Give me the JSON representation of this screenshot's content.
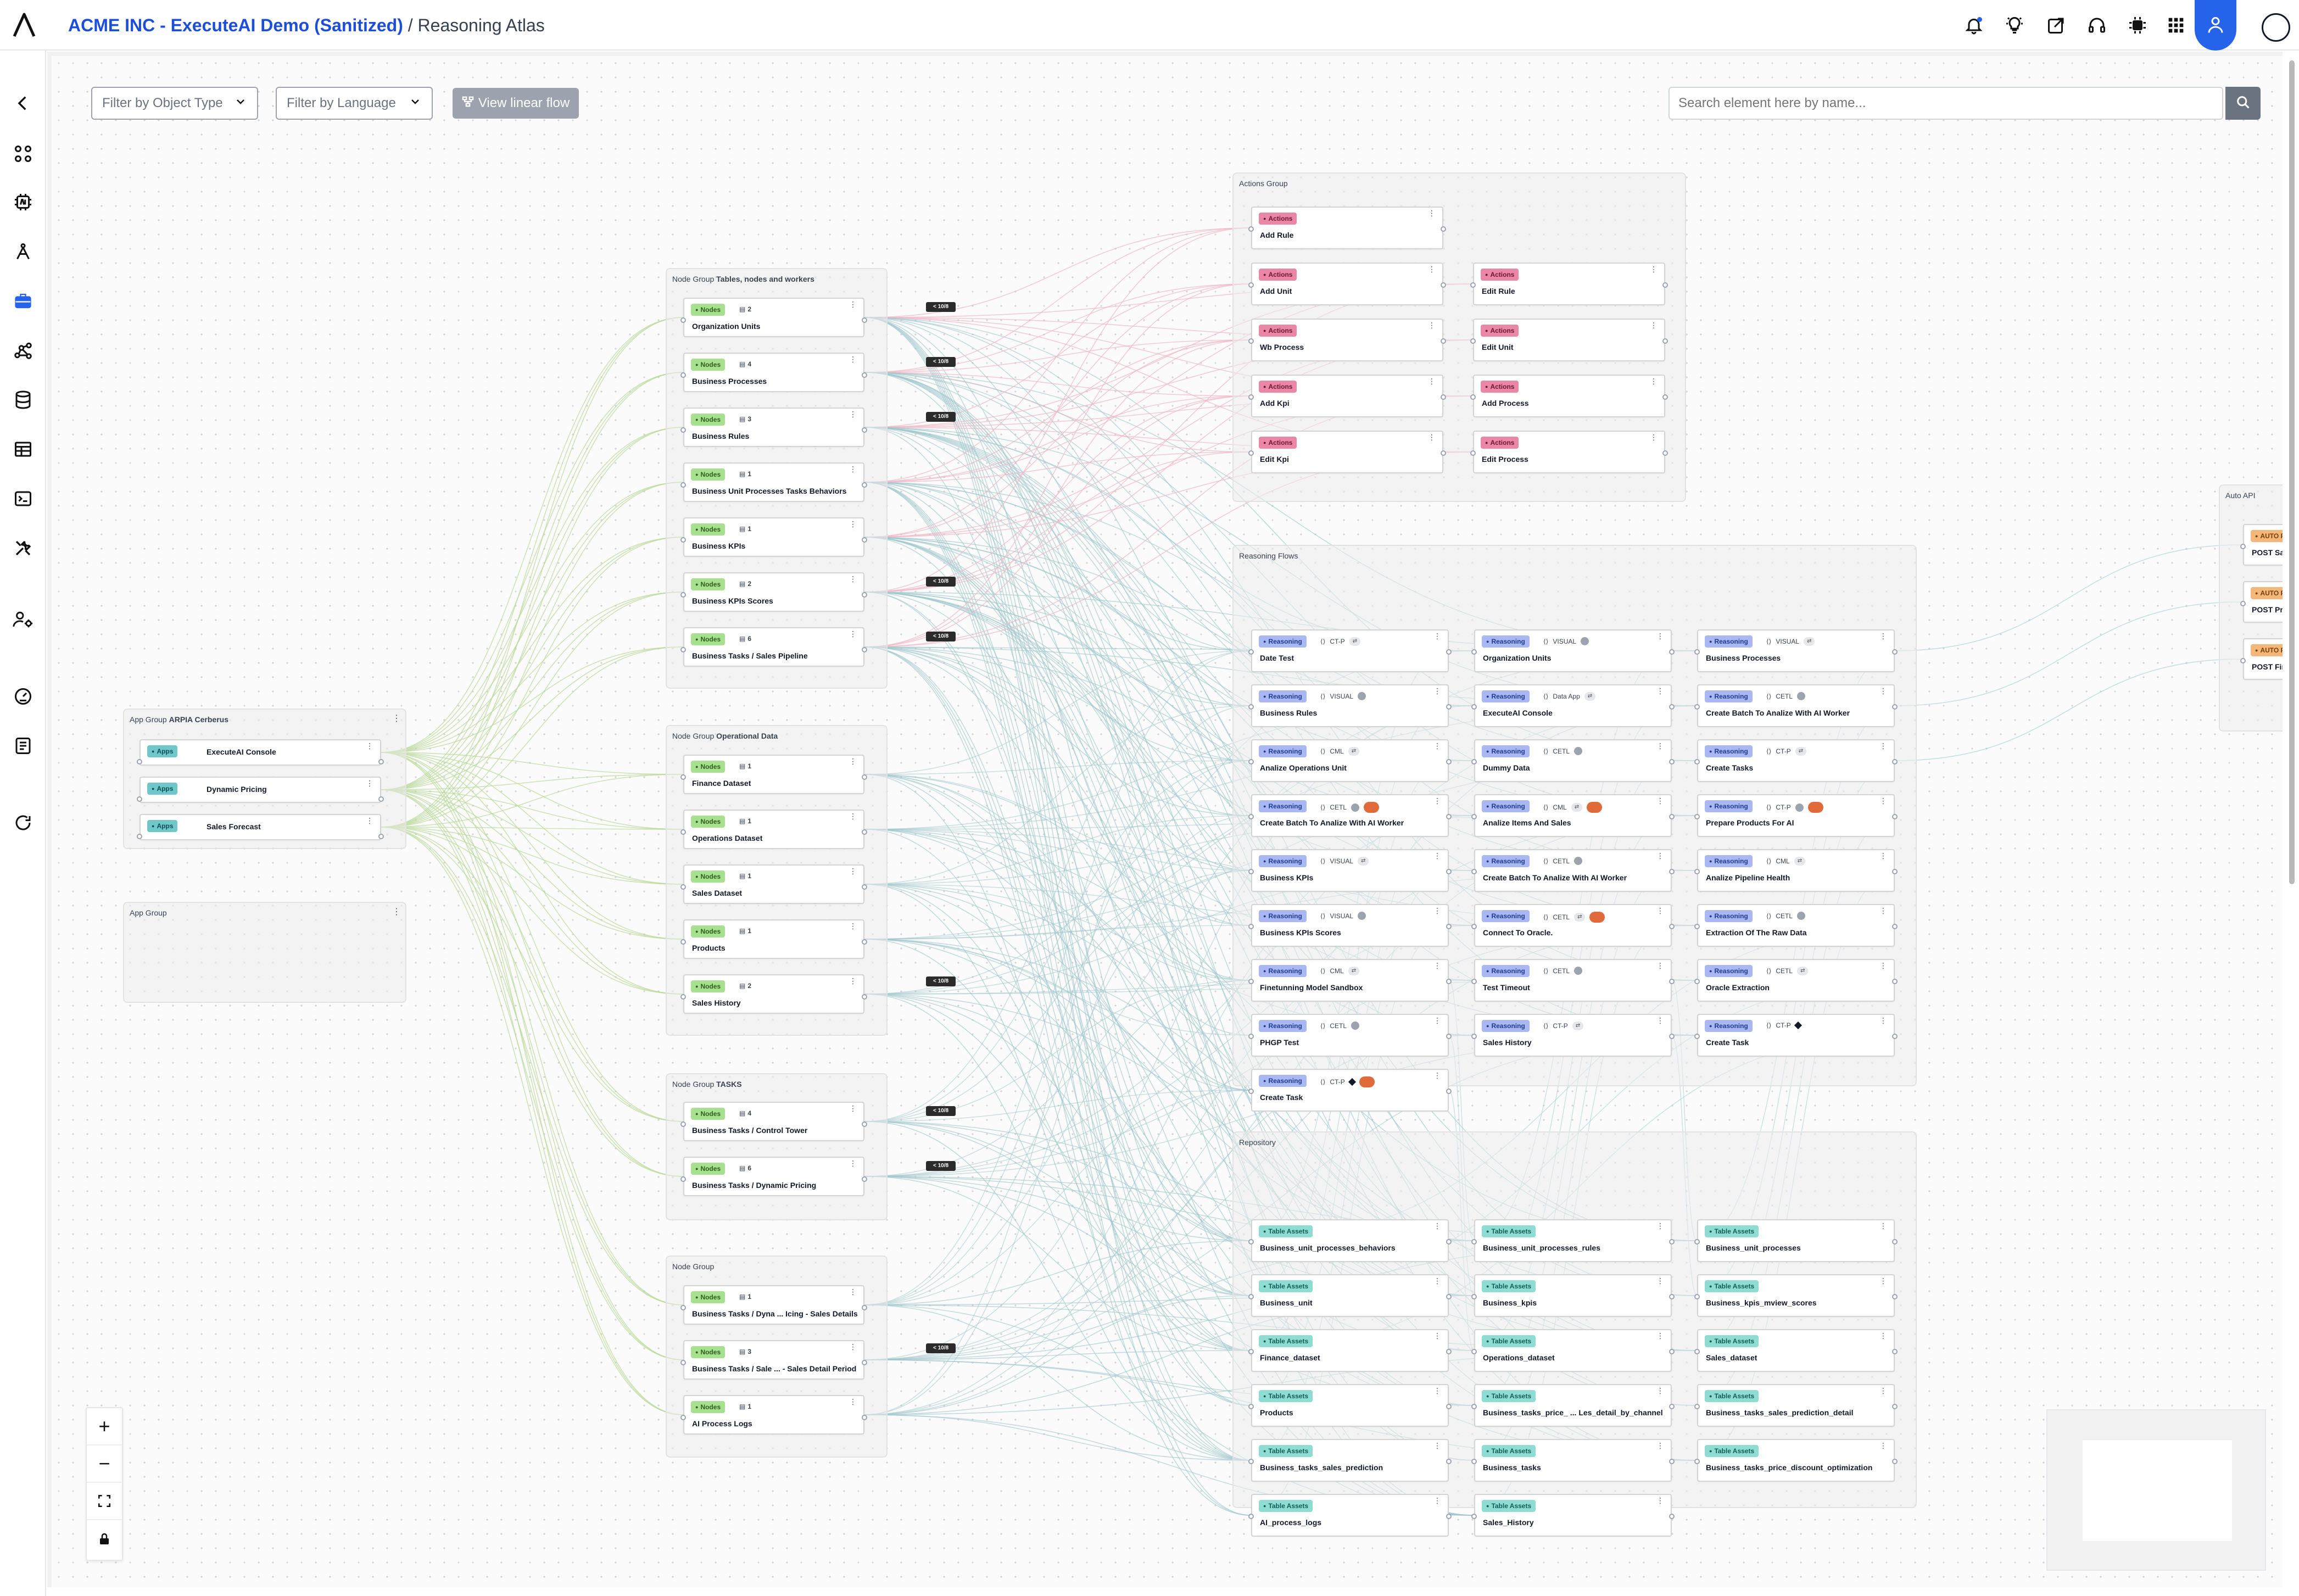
{
  "header": {
    "org": "ACME INC - ExecuteAI Demo (Sanitized)",
    "separator": "/",
    "page": "Reasoning Atlas"
  },
  "topbar_icons": [
    "bell-icon",
    "lightbulb-icon",
    "share-icon",
    "headset-icon",
    "chip-icon",
    "apps-grid-icon",
    "user-cog-icon"
  ],
  "sidebar_icons": [
    "back-icon",
    "dashboard-icon",
    "ai-chip-icon",
    "tools-icon",
    "briefcase-icon",
    "graph-icon",
    "database-icon",
    "table-icon",
    "terminal-icon",
    "wrench-icon",
    "user-settings-icon",
    "dial-icon",
    "document-icon",
    "refresh-icon"
  ],
  "toolbar": {
    "filter_type": "Filter by Object Type",
    "filter_language": "Filter by Language",
    "linear_flow": "View linear flow",
    "search_placeholder": "Search element here by name..."
  },
  "tags": {
    "nodes": "Nodes",
    "actions": "Actions",
    "reasoning": "Reasoning",
    "table": "Table Assets",
    "apps": "Apps",
    "auto": "AUTO R"
  },
  "groups": {
    "actions": "Actions Group",
    "reasoning": "Reasoning Flows",
    "repository": "Repository",
    "autoapi": "Auto API",
    "tables_prefix": "Node Group",
    "tables_name": "Tables, nodes and workers",
    "opdata_prefix": "Node Group",
    "opdata_name": "Operational Data",
    "tasks_prefix": "Node Group",
    "tasks_name": "TASKS",
    "nodegroup": "Node Group",
    "app_prefix": "App Group",
    "app_name": "ARPIA Cerberus",
    "app_empty": "App Group"
  },
  "apps": [
    "ExecuteAI Console",
    "Dynamic Pricing",
    "Sales Forecast"
  ],
  "node_tables": [
    {
      "name": "Organization Units",
      "count": "2"
    },
    {
      "name": "Business Processes",
      "count": "4"
    },
    {
      "name": "Business Rules",
      "count": "3"
    },
    {
      "name": "Business Unit Processes Tasks Behaviors",
      "count": "1"
    },
    {
      "name": "Business KPIs",
      "count": "1"
    },
    {
      "name": "Business KPIs Scores",
      "count": "2"
    },
    {
      "name": "Business Tasks / Sales Pipeline",
      "count": "6"
    }
  ],
  "node_opdata": [
    {
      "name": "Finance Dataset",
      "count": "1"
    },
    {
      "name": "Operations Dataset",
      "count": "1"
    },
    {
      "name": "Sales Dataset",
      "count": "1"
    },
    {
      "name": "Products",
      "count": "1"
    },
    {
      "name": "Sales History",
      "count": "2"
    }
  ],
  "node_tasks": [
    {
      "name": "Business Tasks / Control Tower",
      "count": "4"
    },
    {
      "name": "Business Tasks / Dynamic Pricing",
      "count": "6"
    }
  ],
  "node_misc": [
    {
      "name": "Business Tasks / Dyna ... Icing - Sales Details",
      "count": "1"
    },
    {
      "name": "Business Tasks / Sale ... - Sales Detail Period",
      "count": "3"
    },
    {
      "name": "AI Process Logs",
      "count": "1"
    }
  ],
  "actions": [
    "Add Rule",
    "Add Unit",
    "Edit Rule",
    "Wb Process",
    "Edit Unit",
    "Add Kpi",
    "Add Process",
    "Edit Kpi",
    "Edit Process"
  ],
  "reasoning": [
    {
      "name": "Date Test",
      "lang": "CT-P"
    },
    {
      "name": "Organization Units",
      "lang": "VISUAL"
    },
    {
      "name": "Business Processes",
      "lang": "VISUAL"
    },
    {
      "name": "Business Rules",
      "lang": "VISUAL"
    },
    {
      "name": "ExecuteAI Console",
      "lang": "Data App"
    },
    {
      "name": "Create Batch To Analize With AI Worker",
      "lang": "CETL"
    },
    {
      "name": "Analize Operations Unit",
      "lang": "CML"
    },
    {
      "name": "Dummy Data",
      "lang": "CETL"
    },
    {
      "name": "Create Tasks",
      "lang": "CT-P"
    },
    {
      "name": "Create Batch To Analize With AI Worker",
      "lang": "CETL"
    },
    {
      "name": "Analize Items And Sales",
      "lang": "CML"
    },
    {
      "name": "Prepare Products For AI",
      "lang": "CT-P"
    },
    {
      "name": "Business KPIs",
      "lang": "VISUAL"
    },
    {
      "name": "Create Batch To Analize With AI Worker",
      "lang": "CETL"
    },
    {
      "name": "Analize Pipeline Health",
      "lang": "CML"
    },
    {
      "name": "Business KPIs Scores",
      "lang": "VISUAL"
    },
    {
      "name": "Connect To Oracle.",
      "lang": "CETL"
    },
    {
      "name": "Extraction Of The Raw Data",
      "lang": "CETL"
    },
    {
      "name": "Finetunning Model Sandbox",
      "lang": "CML"
    },
    {
      "name": "Test Timeout",
      "lang": "CETL"
    },
    {
      "name": "Oracle Extraction",
      "lang": "CETL"
    },
    {
      "name": "PHGP Test",
      "lang": "CETL"
    },
    {
      "name": "Sales History",
      "lang": "CT-P"
    },
    {
      "name": "Create Task",
      "lang": "CT-P"
    },
    {
      "name": "Create Task",
      "lang": "CT-P"
    }
  ],
  "repository": [
    "Business_unit_processes_behaviors",
    "Business_unit_processes_rules",
    "Business_unit_processes",
    "Business_unit",
    "Business_kpis",
    "Business_kpis_mview_scores",
    "Finance_dataset",
    "Operations_dataset",
    "Sales_dataset",
    "Products",
    "Business_tasks_price_ ... Les_detail_by_channel",
    "Business_tasks_sales_prediction_detail",
    "Business_tasks_sales_prediction",
    "Business_tasks",
    "Business_tasks_price_discount_optimization",
    "AI_process_logs",
    "Sales_History"
  ],
  "autoapi": [
    "POST Sale",
    "POST Proc",
    "POST Fina"
  ],
  "edge_label": "< 10/8",
  "zoom": {
    "in": "+",
    "out": "−"
  }
}
